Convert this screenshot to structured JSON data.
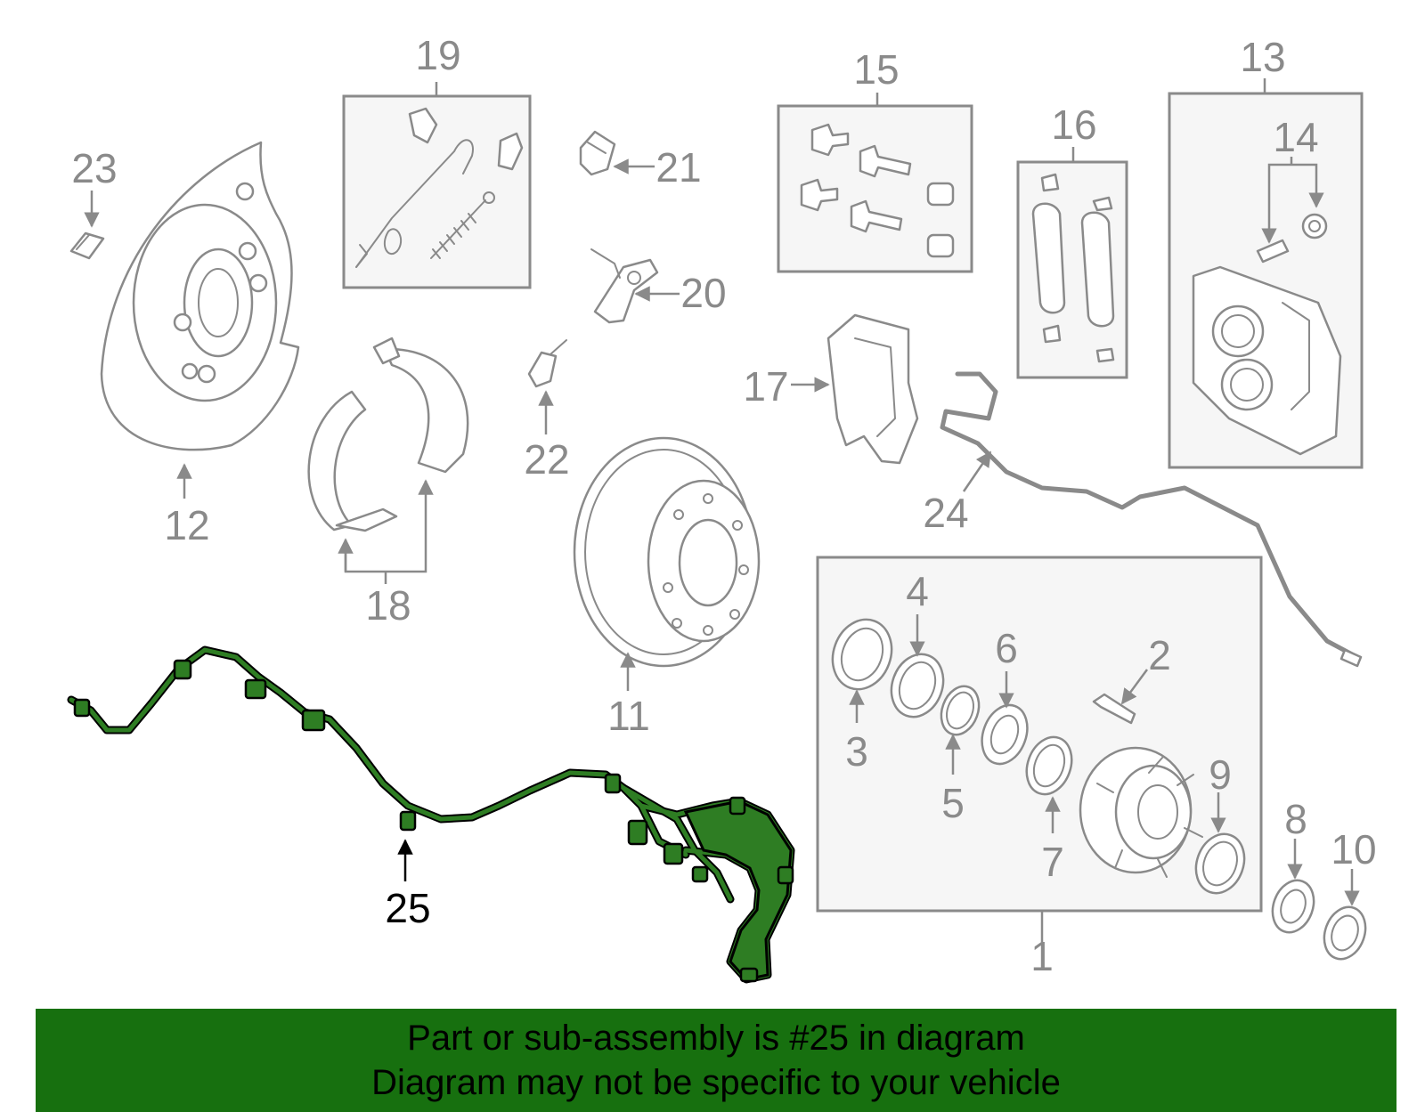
{
  "callouts": {
    "c1": "1",
    "c2": "2",
    "c3": "3",
    "c4": "4",
    "c5": "5",
    "c6": "6",
    "c7": "7",
    "c8": "8",
    "c9": "9",
    "c10": "10",
    "c11": "11",
    "c12": "12",
    "c13": "13",
    "c14": "14",
    "c15": "15",
    "c16": "16",
    "c17": "17",
    "c18": "18",
    "c19": "19",
    "c20": "20",
    "c21": "21",
    "c22": "22",
    "c23": "23",
    "c24": "24",
    "c25": "25"
  },
  "highlighted_part": "25",
  "highlight_color": "#2e7d23",
  "banner_color": "#17700f",
  "banner": {
    "line1": "Part or sub-assembly is #25 in diagram",
    "line2": "Diagram may not be specific to your vehicle"
  }
}
